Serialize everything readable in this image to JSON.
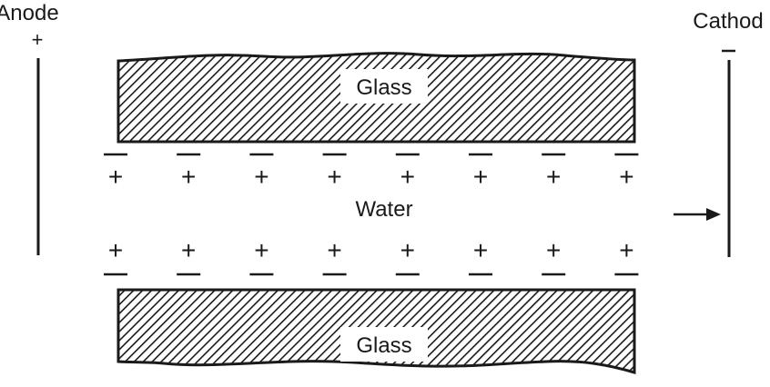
{
  "labels": {
    "anode": "Anode",
    "anode_sign": "+",
    "cathode": "Cathod",
    "cathode_sign": "−",
    "glass_top": "Glass",
    "glass_bottom": "Glass",
    "water": "Water"
  },
  "charges": {
    "positive": "+",
    "negative": "−",
    "columns": 8
  }
}
